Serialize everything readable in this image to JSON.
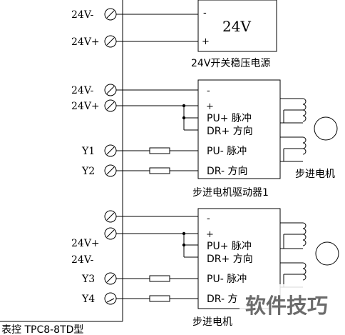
{
  "controller": {
    "label": "表控 TPC8-8TD型",
    "terminals_top": [
      "24V-",
      "24V+"
    ],
    "terminals_driver1": [
      "24V-",
      "24V+",
      "Y1",
      "Y2"
    ],
    "terminals_driver2": [
      "24V+",
      "24V-",
      "Y3",
      "Y4"
    ]
  },
  "power_supply": {
    "voltage": "24V",
    "minus": "-",
    "plus": "+",
    "caption": "24V开关稳压电源"
  },
  "driver1": {
    "minus": "-",
    "plus": "+",
    "pu_plus": "PU+ 脉冲",
    "dr_plus": "DR+ 方向",
    "pu_minus": "PU- 脉冲",
    "dr_minus": "DR- 方向",
    "caption": "步进电机驱动器1"
  },
  "driver2": {
    "minus": "-",
    "plus": "+",
    "pu_plus": "PU+ 脉冲",
    "dr_plus": "DR+ 方向",
    "pu_minus": "PU- 脉冲",
    "dr_minus": "DR- 方",
    "caption": "步进电机"
  },
  "motor1_caption": "步进电机",
  "watermark": "软件技巧"
}
